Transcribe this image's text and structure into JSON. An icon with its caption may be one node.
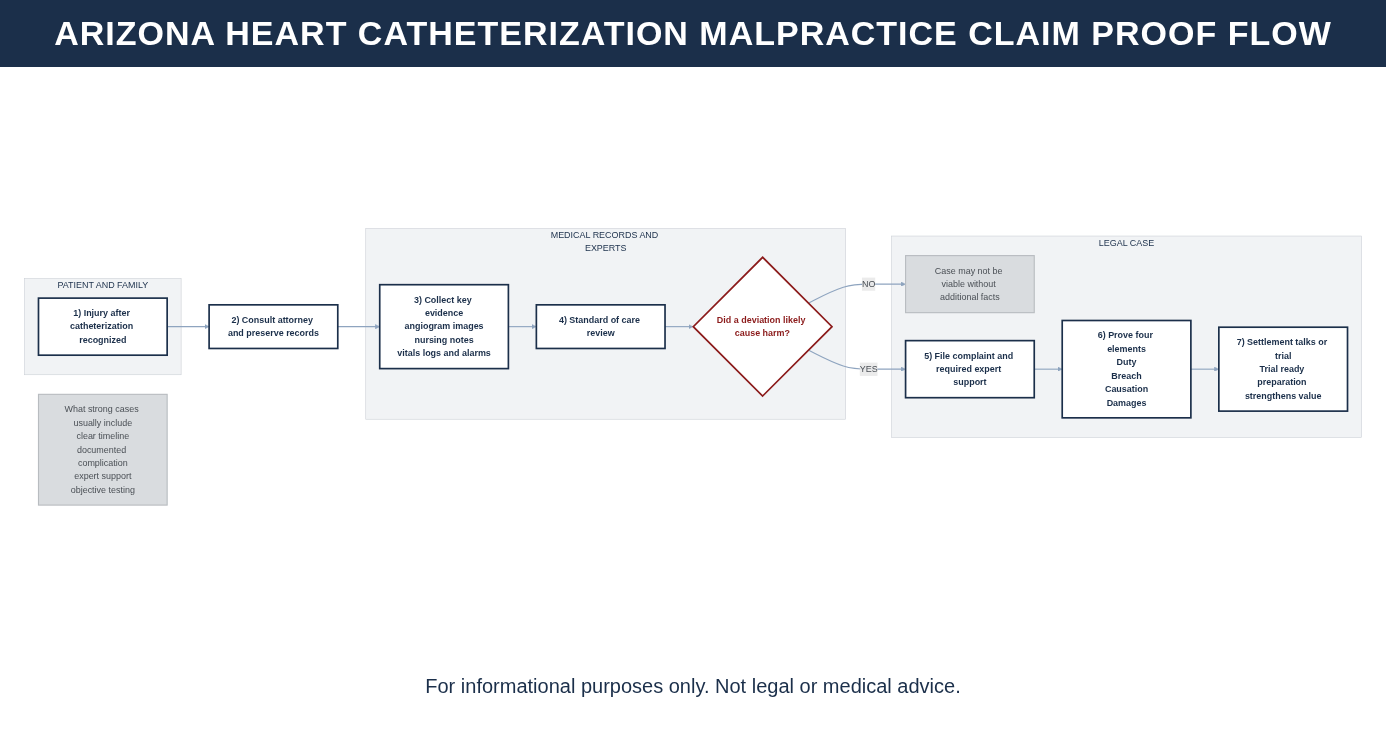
{
  "diagram": {
    "title": "ARIZONA HEART CATHETERIZATION MALPRACTICE CLAIM PROOF FLOW",
    "caption": "For informational purposes only. Not legal or medical advice.",
    "nodes": [
      {
        "text": [
          "PATIENT AND FAMILY"
        ]
      },
      {
        "text": [
          "MEDICAL RECORDS AND EXPERTS"
        ]
      },
      {
        "text": [
          "LEGAL CASE"
        ]
      },
      {
        "text": [
          "1) Injury after catheterization recognized"
        ],
        "in": 0
      },
      {
        "text": [
          "2) Consult attorney and preserve records"
        ]
      },
      {
        "text": [
          "3) Collect key evidence",
          "angiogram images",
          "nursing notes",
          "vitals logs and alarms"
        ],
        "in": 1
      },
      {
        "text": [
          "4) Standard of care review"
        ],
        "in": 1
      },
      {
        "text": [
          "Did a deviation likely cause harm?"
        ],
        "in": 1
      },
      {
        "text": [
          "Case may not be viable without additional facts"
        ],
        "in": 2
      },
      {
        "text": [
          "5) File complaint and required expert support"
        ],
        "in": 2
      },
      {
        "text": [
          "6) Prove four elements",
          "Duty",
          "Breach",
          "Causation",
          "Damages"
        ],
        "in": 2
      },
      {
        "text": [
          "7) Settlement talks or trial",
          "Trial ready preparation strengthens value"
        ],
        "in": 2
      },
      {
        "text": [
          "What strong cases usually include",
          "clear timeline",
          "documented complication",
          "expert support",
          "objective testing"
        ]
      }
    ],
    "edges": [
      {
        "from": 3,
        "to": 4,
        "arrow": "to"
      },
      {
        "from": 4,
        "to": 5,
        "arrow": "to"
      },
      {
        "from": 5,
        "to": 6,
        "arrow": "to"
      },
      {
        "from": 6,
        "to": 7,
        "arrow": "to"
      },
      {
        "from": 7,
        "to": 9,
        "arrow": "to",
        "label": "YES"
      },
      {
        "from": 7,
        "to": 8,
        "arrow": "to",
        "label": "NO"
      },
      {
        "from": 9,
        "to": 10,
        "arrow": "to"
      },
      {
        "from": 10,
        "to": 11,
        "arrow": "to"
      }
    ]
  }
}
